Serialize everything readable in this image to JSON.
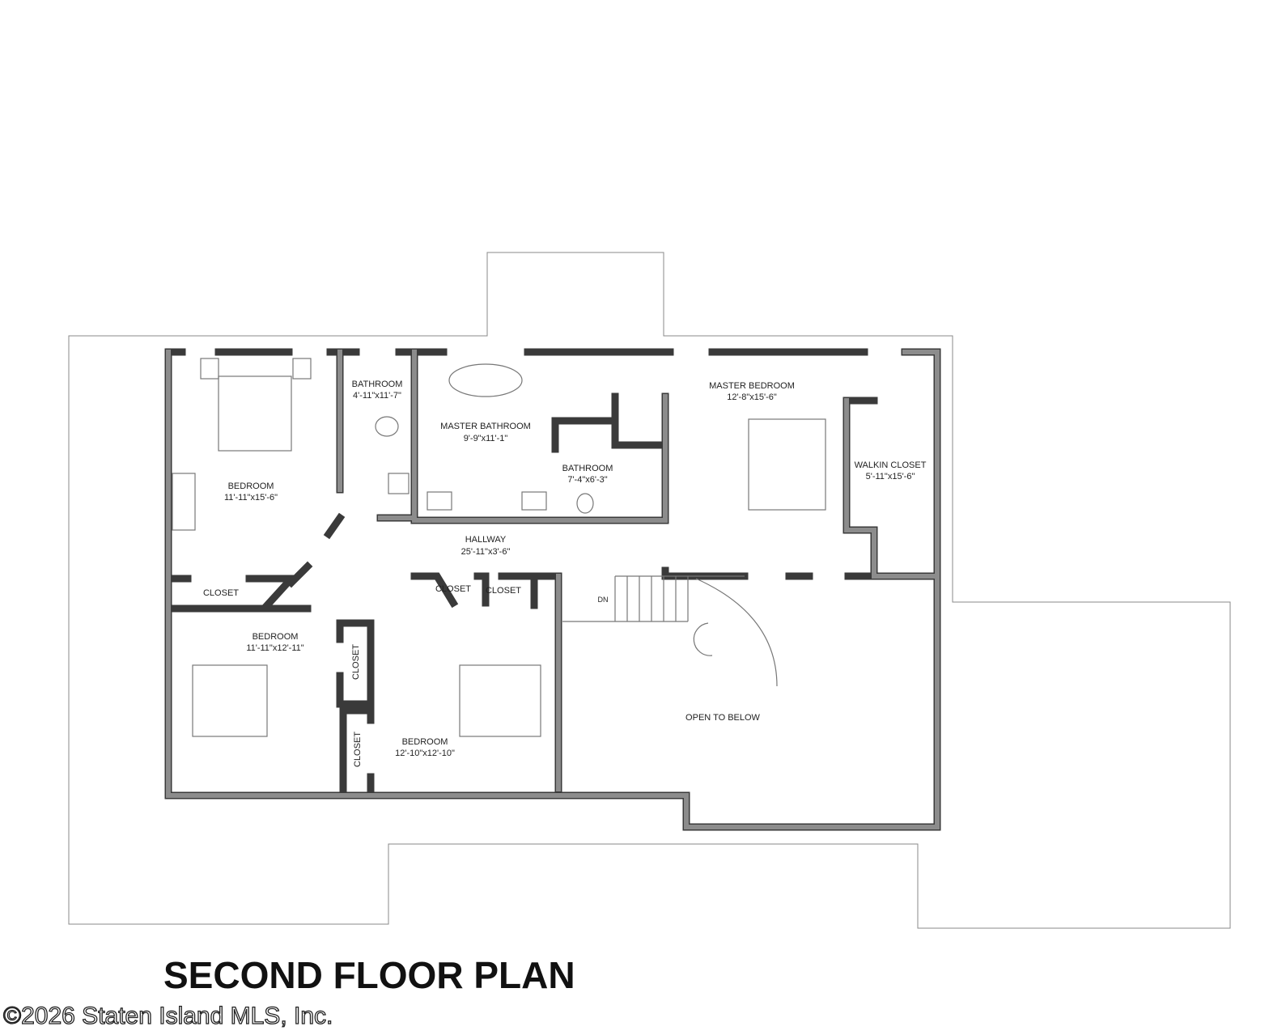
{
  "title": "SECOND FLOOR PLAN",
  "watermark": "©2026 Staten Island MLS, Inc.",
  "rooms": [
    {
      "name": "BEDROOM",
      "size": "11'-11\"x15'-6\""
    },
    {
      "name": "BATHROOM",
      "size": "4'-11\"x11'-7\""
    },
    {
      "name": "MASTER BATHROOM",
      "size": "9'-9\"x11'-1\""
    },
    {
      "name": "BATHROOM",
      "size": "7'-4\"x6'-3\""
    },
    {
      "name": "MASTER BEDROOM",
      "size": "12'-8\"x15'-6\""
    },
    {
      "name": "WALKIN CLOSET",
      "size": "5'-11\"x15'-6\""
    },
    {
      "name": "HALLWAY",
      "size": "25'-11\"x3'-6\""
    },
    {
      "name": "CLOSET"
    },
    {
      "name": "CLOSET"
    },
    {
      "name": "CLOSET"
    },
    {
      "name": "BEDROOM",
      "size": "11'-11\"x12'-11\""
    },
    {
      "name": "CLOSET"
    },
    {
      "name": "CLOSET"
    },
    {
      "name": "BEDROOM",
      "size": "12'-10\"x12'-10\""
    },
    {
      "name": "OPEN TO BELOW"
    }
  ],
  "stair_label": "DN"
}
